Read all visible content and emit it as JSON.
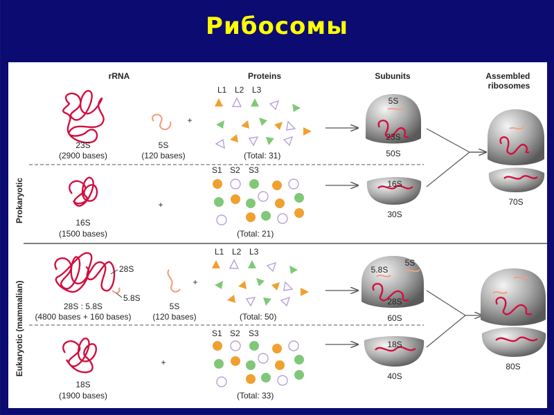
{
  "title": "Рибосомы",
  "headers": {
    "rrna": "rRNA",
    "proteins": "Proteins",
    "subunits": "Subunits",
    "assembled": "Assembled ribosomes"
  },
  "side_labels": {
    "prokaryotic": "Prokaryotic",
    "eukaryotic": "Eukaryotic (mammalian)"
  },
  "prokaryotic": {
    "large": {
      "rrna_name": "23S",
      "rrna_bases": "(2900 bases)",
      "small_rrna_name": "5S",
      "small_rrna_bases": "(120 bases)",
      "plus": "+",
      "protein_labels": [
        "L1",
        "L2",
        "L3"
      ],
      "total": "(Total:  31)",
      "subunit_labels": [
        "5S",
        "23S"
      ],
      "subunit_name": "50S"
    },
    "small": {
      "rrna_name": "16S",
      "rrna_bases": "(1500 bases)",
      "plus": "+",
      "protein_labels": [
        "S1",
        "S2",
        "S3"
      ],
      "total": "(Total:  21)",
      "subunit_label": "16S",
      "subunit_name": "30S"
    },
    "ribosome": "70S"
  },
  "eukaryotic": {
    "large": {
      "rrna_name": "28S : 5.8S",
      "rrna_bases": "(4800 bases + 160 bases)",
      "callout_28s": "28S",
      "callout_58s": "5.8S",
      "small_rrna_name": "5S",
      "small_rrna_bases": "(120 bases)",
      "plus": "+",
      "protein_labels": [
        "L1",
        "L2",
        "L3"
      ],
      "total": "(Total:  50)",
      "subunit_labels": [
        "5.8S",
        "5S",
        "28S"
      ],
      "subunit_name": "60S"
    },
    "small": {
      "rrna_name": "18S",
      "rrna_bases": "(1900 bases)",
      "plus": "+",
      "protein_labels": [
        "S1",
        "S2",
        "S3"
      ],
      "total": "(Total:  33)",
      "subunit_label": "18S",
      "subunit_name": "40S"
    },
    "ribosome": "80S"
  },
  "colors": {
    "rrna": "#d01040",
    "rrna_light": "#f0a080",
    "orange": "#f0a030",
    "green": "#80c878",
    "purple": "#b8a0d8",
    "subunit_gray": "#9a9a9a"
  }
}
